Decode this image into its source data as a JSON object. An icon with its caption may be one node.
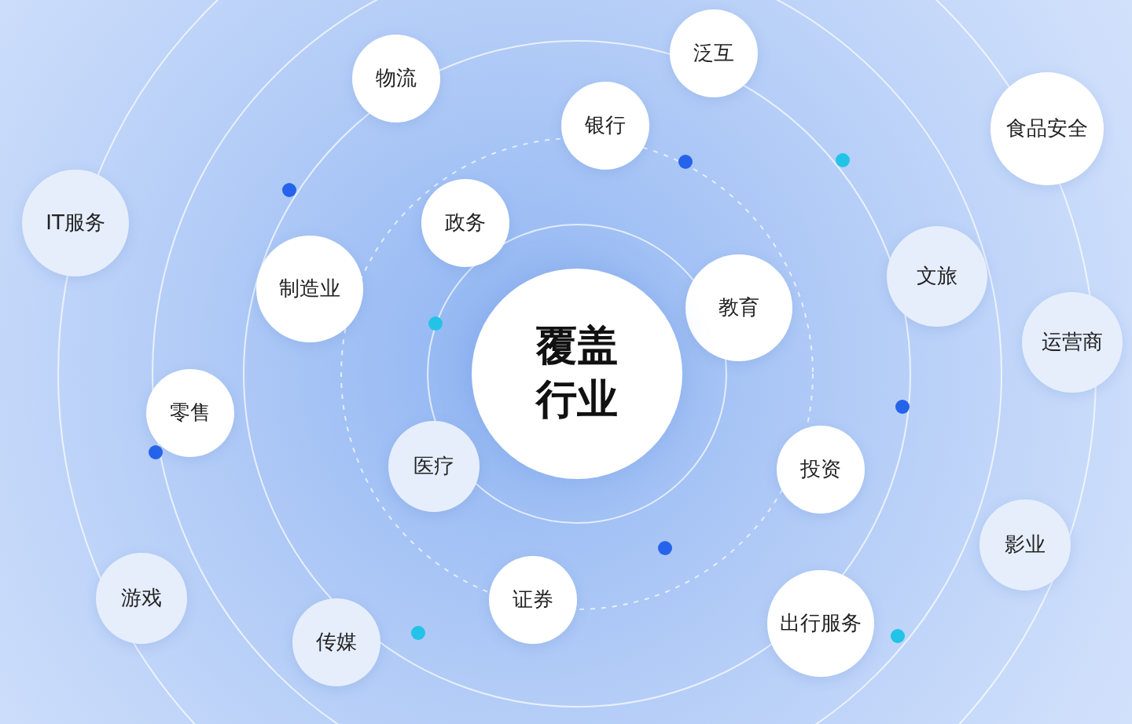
{
  "diagram": {
    "nodes": [
      {
        "text": [
          "泛互"
        ]
      },
      {
        "text": [
          "物流"
        ]
      },
      {
        "text": [
          "银行"
        ]
      },
      {
        "text": [
          "食品安全"
        ]
      },
      {
        "text": [
          "IT服务"
        ]
      },
      {
        "text": [
          "政务"
        ]
      },
      {
        "text": [
          "文旅"
        ]
      },
      {
        "text": [
          "制造业"
        ]
      },
      {
        "text": [
          "教育"
        ]
      },
      {
        "text": [
          "运营商"
        ]
      },
      {
        "text": [
          "覆盖行业"
        ]
      },
      {
        "text": [
          "零售"
        ]
      },
      {
        "text": [
          "医疗"
        ]
      },
      {
        "text": [
          "投资"
        ]
      },
      {
        "text": [
          "影业"
        ]
      },
      {
        "text": [
          "游戏"
        ]
      },
      {
        "text": [
          "证券"
        ]
      },
      {
        "text": [
          "出行服务"
        ]
      },
      {
        "text": [
          "传媒"
        ]
      }
    ]
  }
}
